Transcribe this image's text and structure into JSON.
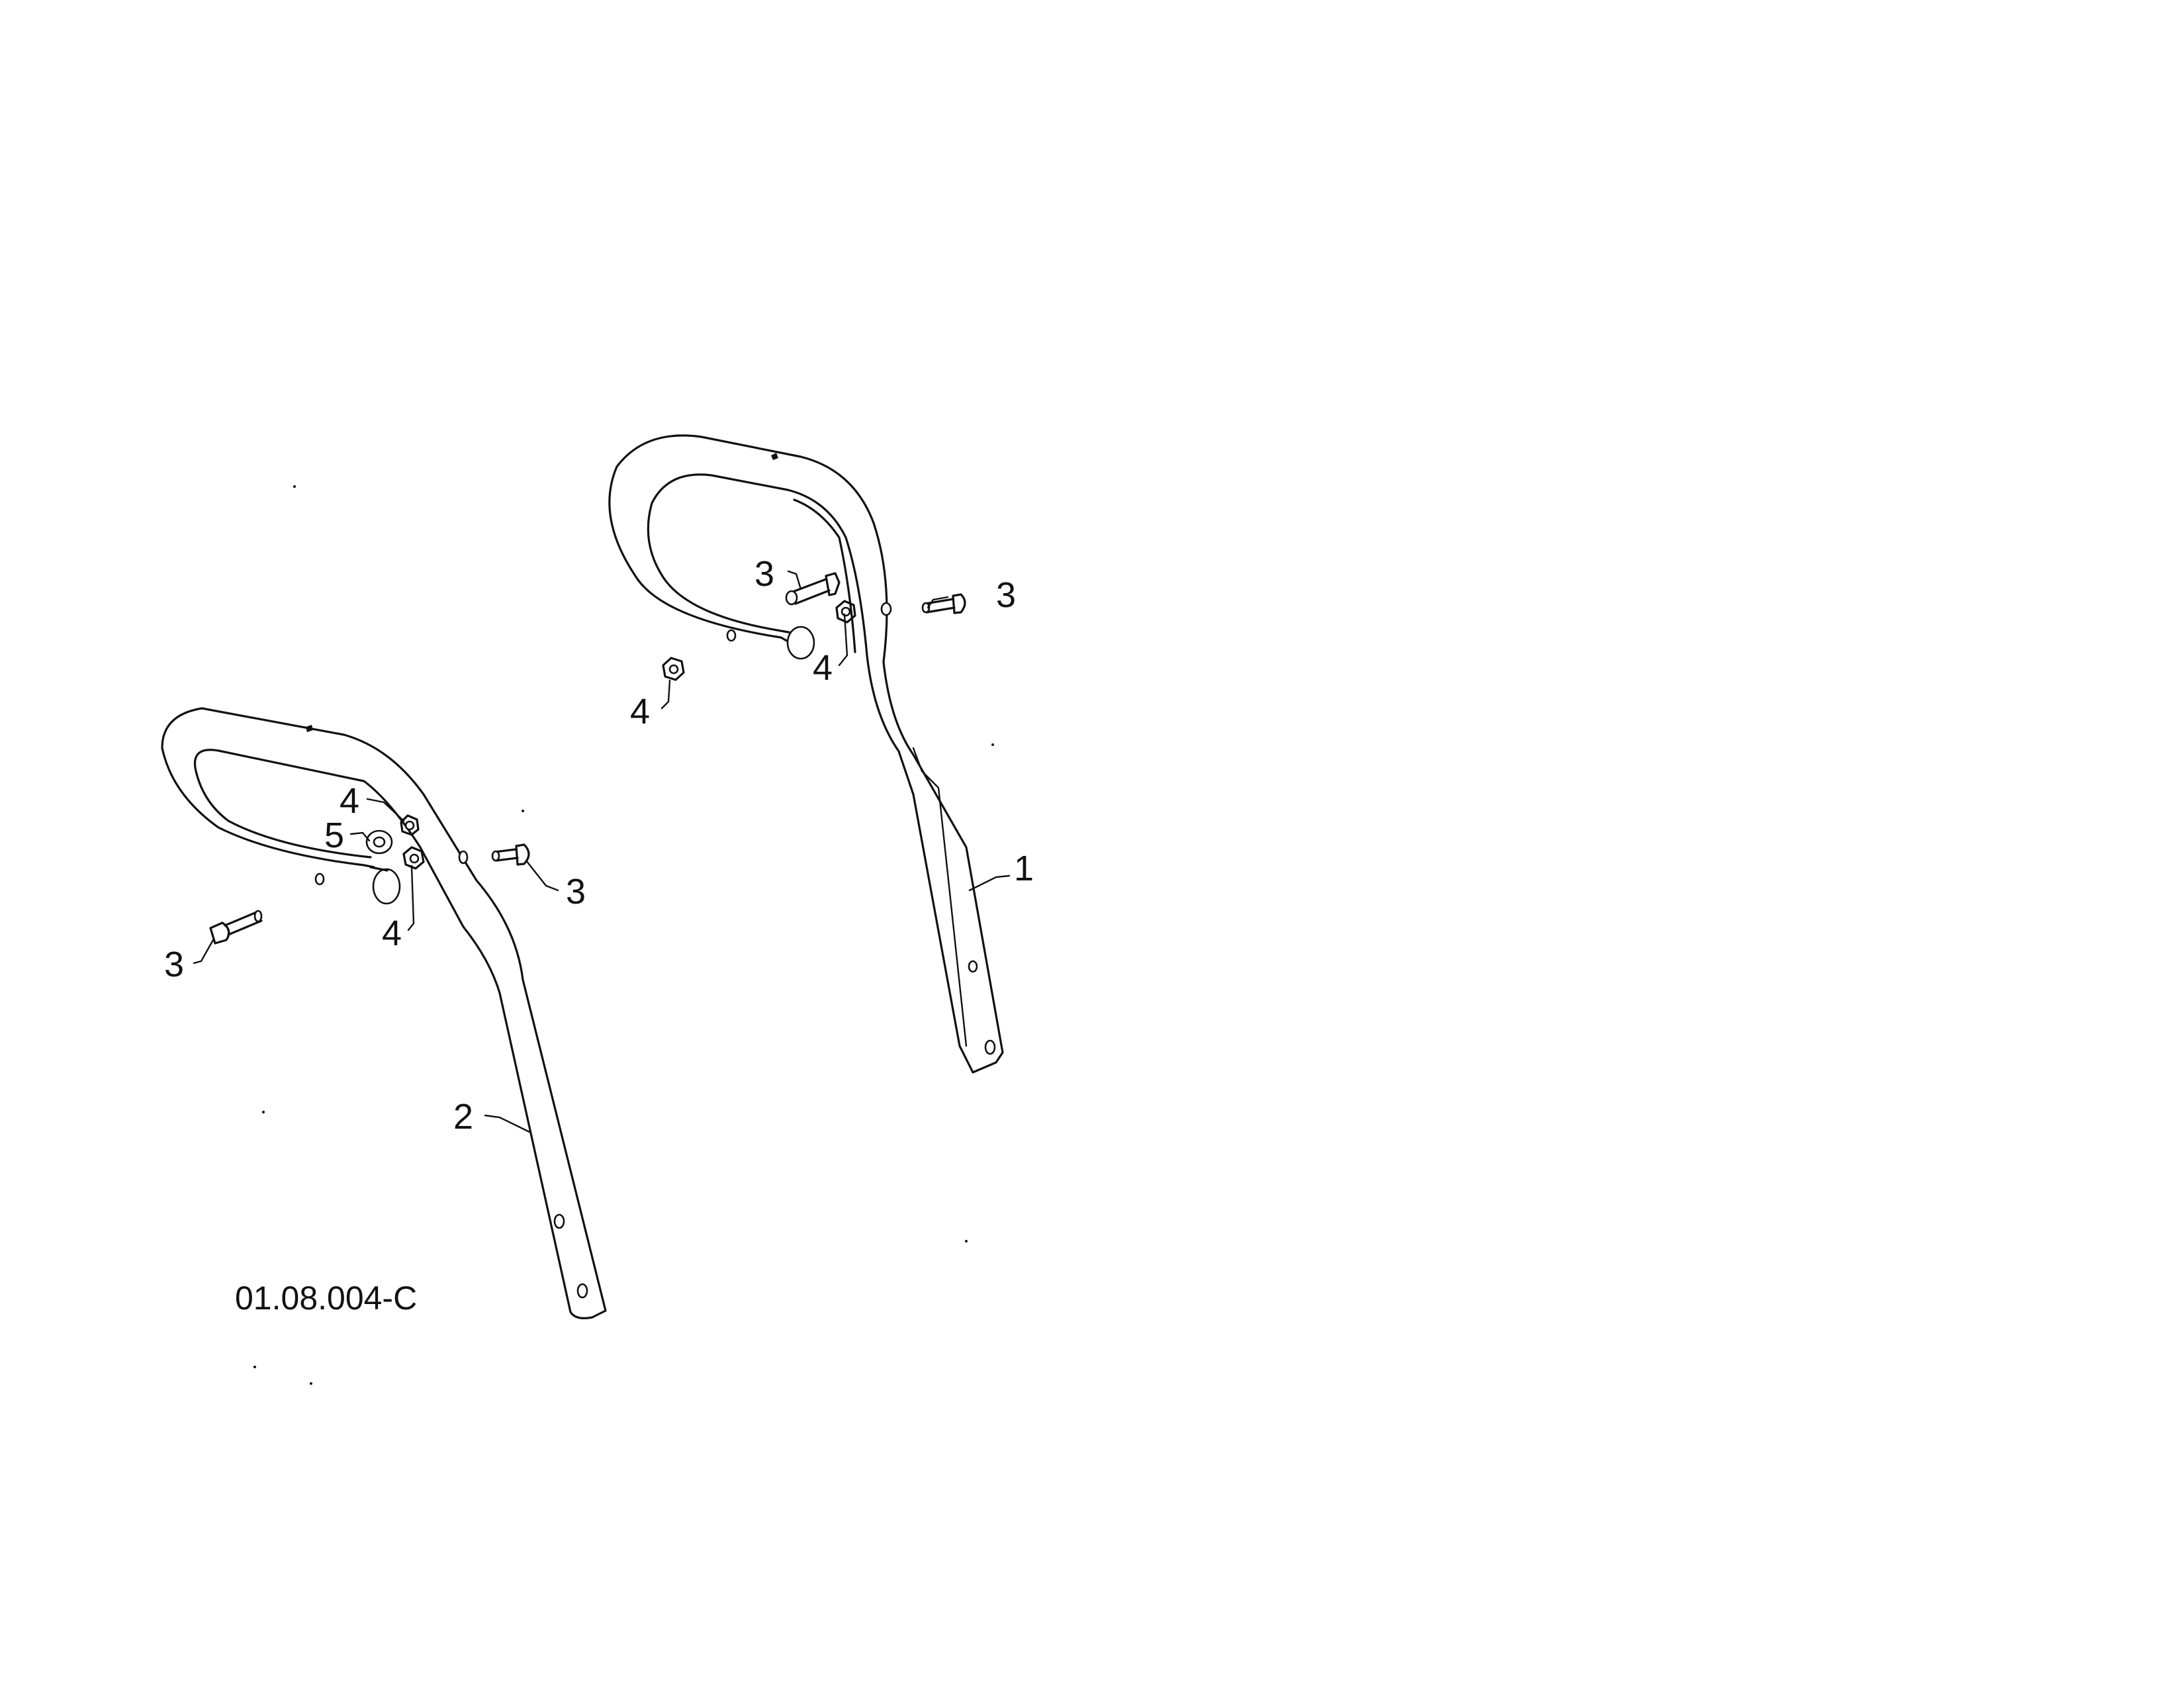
{
  "drawing_code": "01.08.004-C",
  "callouts": {
    "upper_handle": "1",
    "lower_handle": "2",
    "bolt": "3",
    "nut": "4",
    "washer": "5"
  }
}
